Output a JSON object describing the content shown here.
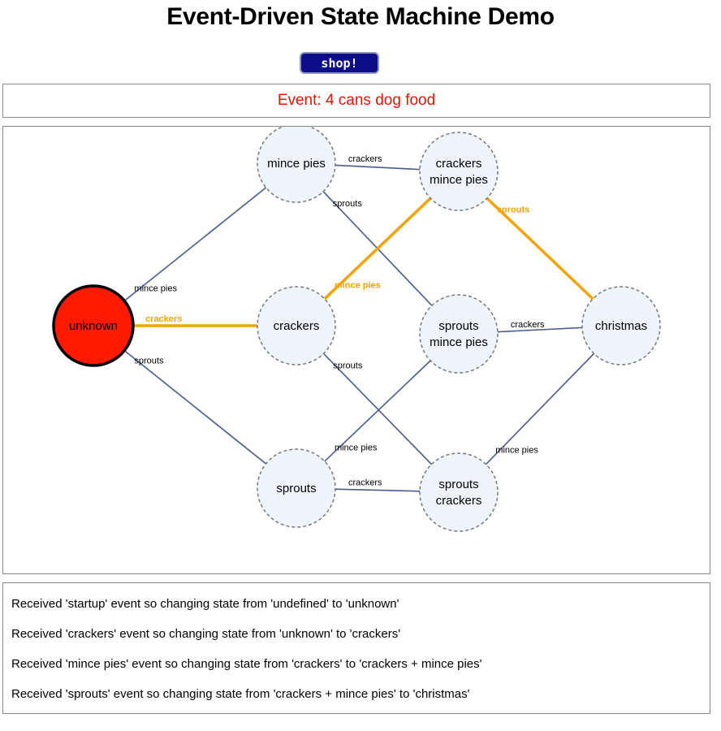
{
  "title": "Event-Driven State Machine Demo",
  "shop_button": "shop!",
  "event_text": "Event: 4 cans dog food",
  "colors": {
    "event_text": "#ee1100",
    "active_edge": "#f5a300",
    "edge": "#4a5a8c",
    "node_fill": "#eef5fd",
    "current_node_fill": "#ff1a00"
  },
  "diagram": {
    "nodes": [
      {
        "id": "unknown",
        "lines": [
          "unknown"
        ],
        "current": true
      },
      {
        "id": "mince",
        "lines": [
          "mince pies"
        ]
      },
      {
        "id": "crackers",
        "lines": [
          "crackers"
        ]
      },
      {
        "id": "sprouts",
        "lines": [
          "sprouts"
        ]
      },
      {
        "id": "cm",
        "lines": [
          "crackers",
          "mince pies"
        ]
      },
      {
        "id": "sm",
        "lines": [
          "sprouts",
          "mince pies"
        ]
      },
      {
        "id": "sc",
        "lines": [
          "sprouts",
          "crackers"
        ]
      },
      {
        "id": "christmas",
        "lines": [
          "christmas"
        ]
      }
    ],
    "edges": [
      {
        "from": "unknown",
        "to": "mince",
        "label": "mince pies",
        "active": false
      },
      {
        "from": "unknown",
        "to": "crackers",
        "label": "crackers",
        "active": true
      },
      {
        "from": "unknown",
        "to": "sprouts",
        "label": "sprouts",
        "active": false
      },
      {
        "from": "mince",
        "to": "cm",
        "label": "crackers",
        "active": false
      },
      {
        "from": "mince",
        "to": "sm",
        "label": "sprouts",
        "active": false
      },
      {
        "from": "crackers",
        "to": "cm",
        "label": "mince pies",
        "active": true
      },
      {
        "from": "crackers",
        "to": "sc",
        "label": "sprouts",
        "active": false
      },
      {
        "from": "sprouts",
        "to": "sm",
        "label": "mince pies",
        "active": false
      },
      {
        "from": "sprouts",
        "to": "sc",
        "label": "crackers",
        "active": false
      },
      {
        "from": "cm",
        "to": "christmas",
        "label": "sprouts",
        "active": true
      },
      {
        "from": "sm",
        "to": "christmas",
        "label": "crackers",
        "active": false
      },
      {
        "from": "sc",
        "to": "christmas",
        "label": "mince pies",
        "active": false
      }
    ]
  },
  "log": [
    "Received 'startup' event so changing state from 'undefined' to 'unknown'",
    "Received 'crackers' event so changing state from 'unknown' to 'crackers'",
    "Received 'mince pies' event so changing state from 'crackers' to 'crackers + mince pies'",
    "Received 'sprouts' event so changing state from 'crackers + mince pies' to 'christmas'"
  ]
}
